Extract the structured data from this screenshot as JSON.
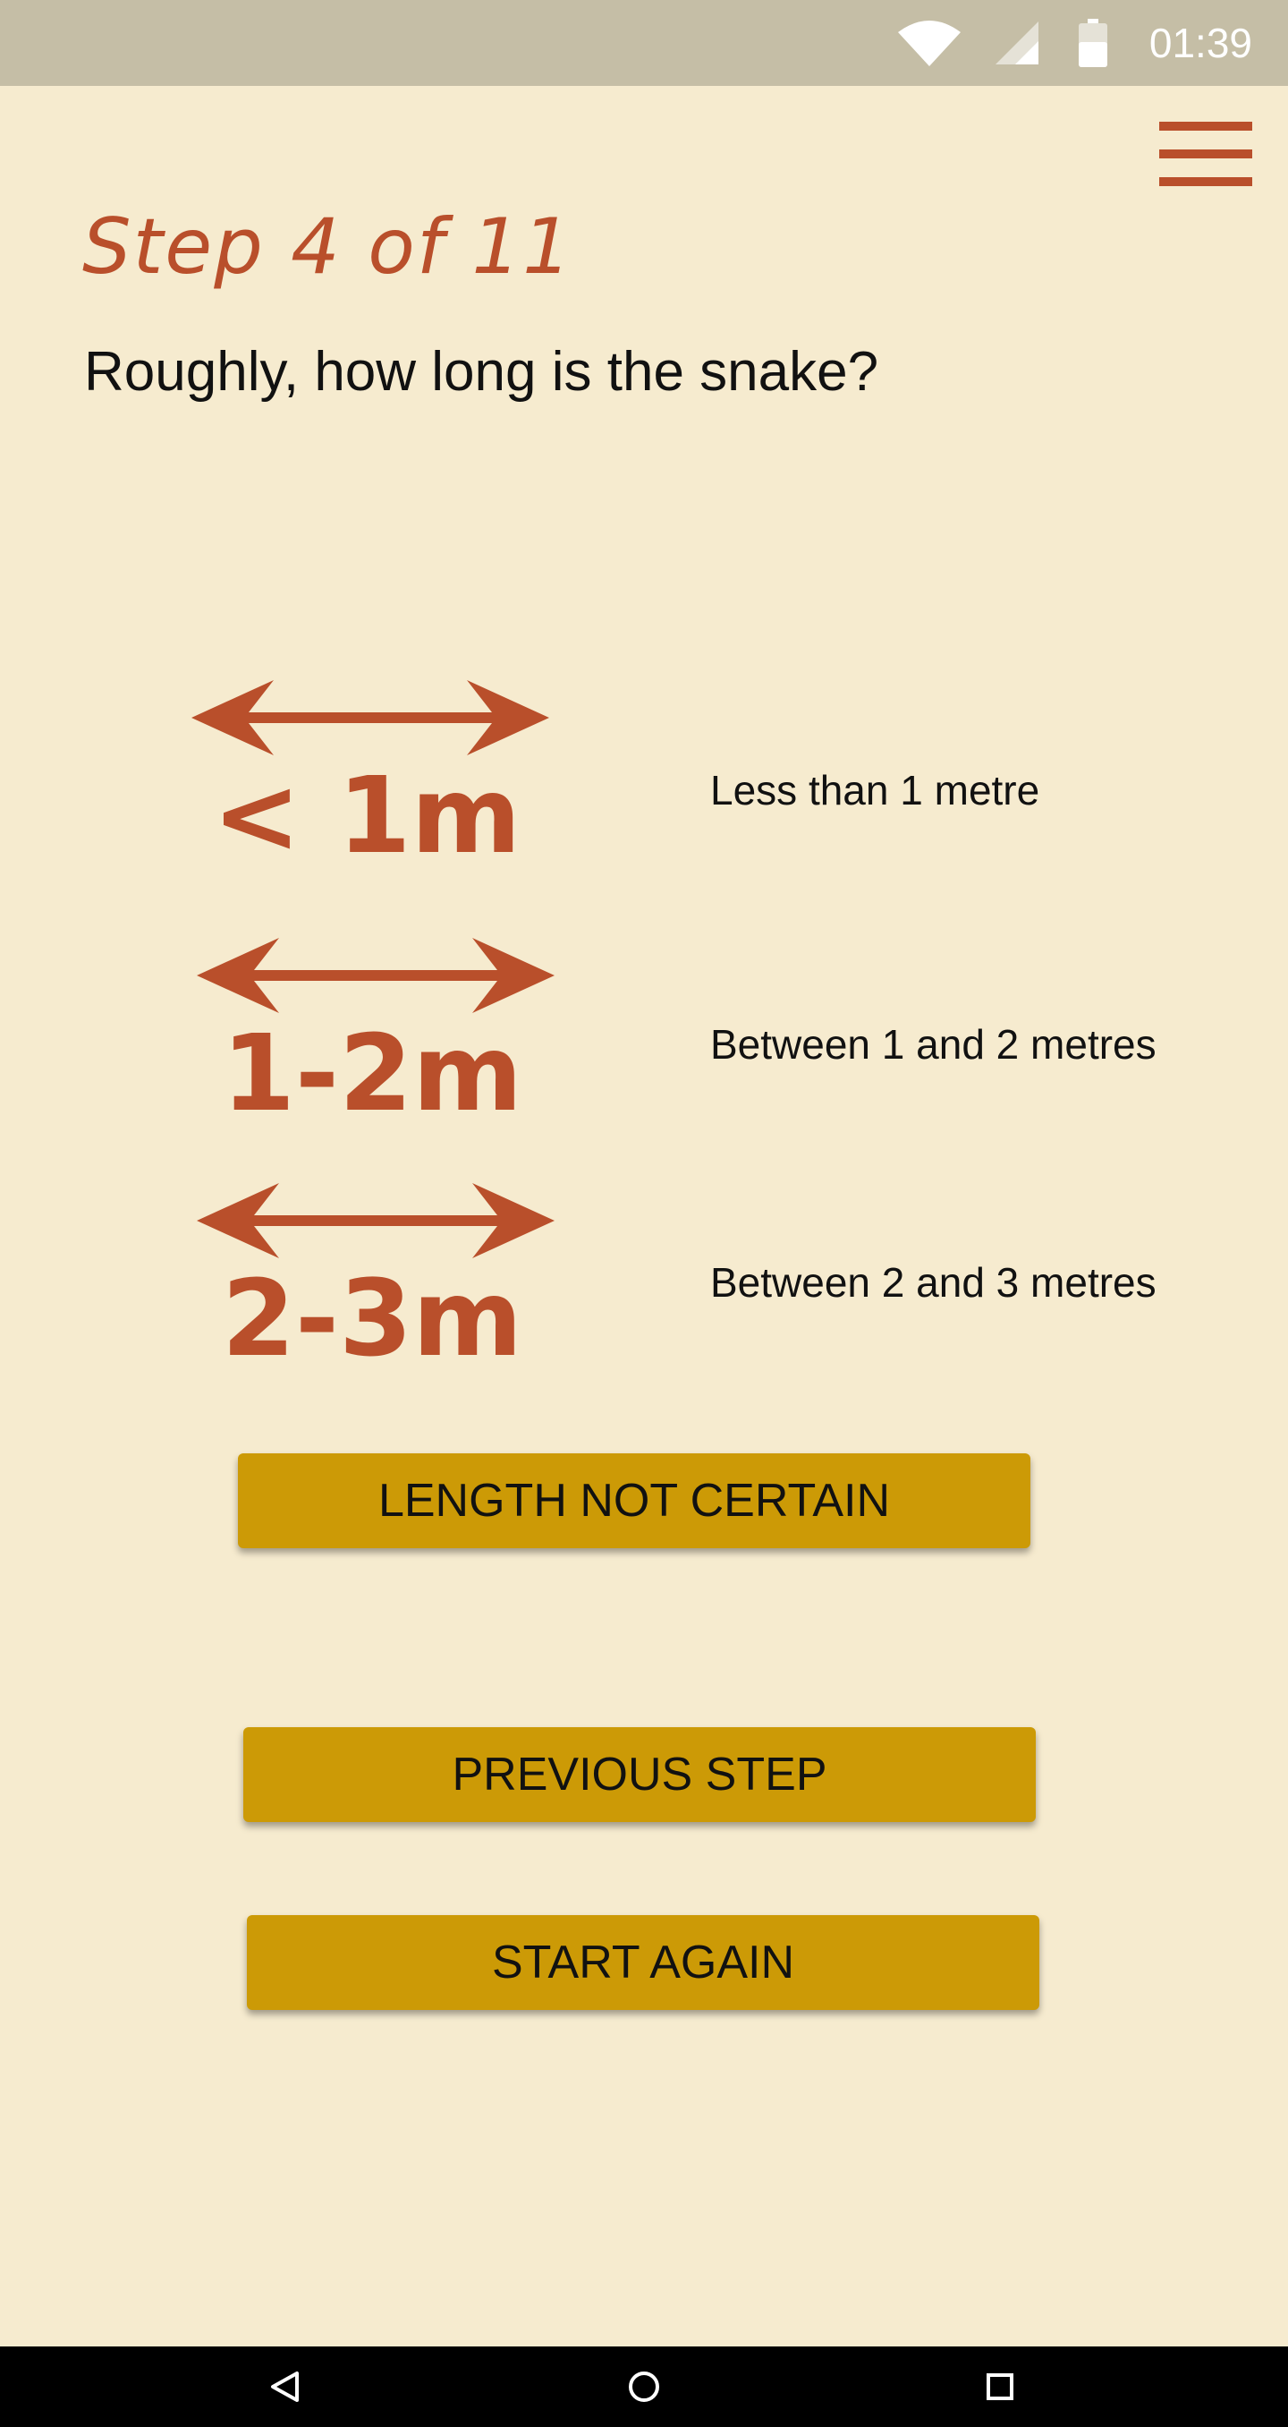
{
  "status_bar": {
    "time": "01:39",
    "icons": [
      "wifi-icon",
      "cell-signal-icon",
      "battery-icon"
    ]
  },
  "header": {
    "menu_icon": "hamburger-menu-icon",
    "step_title": "Step 4 of 11"
  },
  "question": "Roughly, how long is the snake?",
  "options": [
    {
      "size_label": "< 1m",
      "description": "Less than 1 metre",
      "icon": "double-arrow-icon"
    },
    {
      "size_label": "1-2m",
      "description": "Between 1 and 2 metres",
      "icon": "double-arrow-icon"
    },
    {
      "size_label": "2-3m",
      "description": "Between 2 and 3 metres",
      "icon": "double-arrow-icon"
    }
  ],
  "buttons": {
    "length_not_certain": "LENGTH NOT CERTAIN",
    "previous_step": "PREVIOUS STEP",
    "start_again": "START AGAIN"
  },
  "nav_bar": {
    "icons": [
      "back-icon",
      "home-icon",
      "recents-icon"
    ]
  },
  "colors": {
    "background": "#f6ebcf",
    "status_bar": "#c5bea6",
    "accent": "#b94f2b",
    "button": "#cc9a06",
    "text": "#111111"
  }
}
